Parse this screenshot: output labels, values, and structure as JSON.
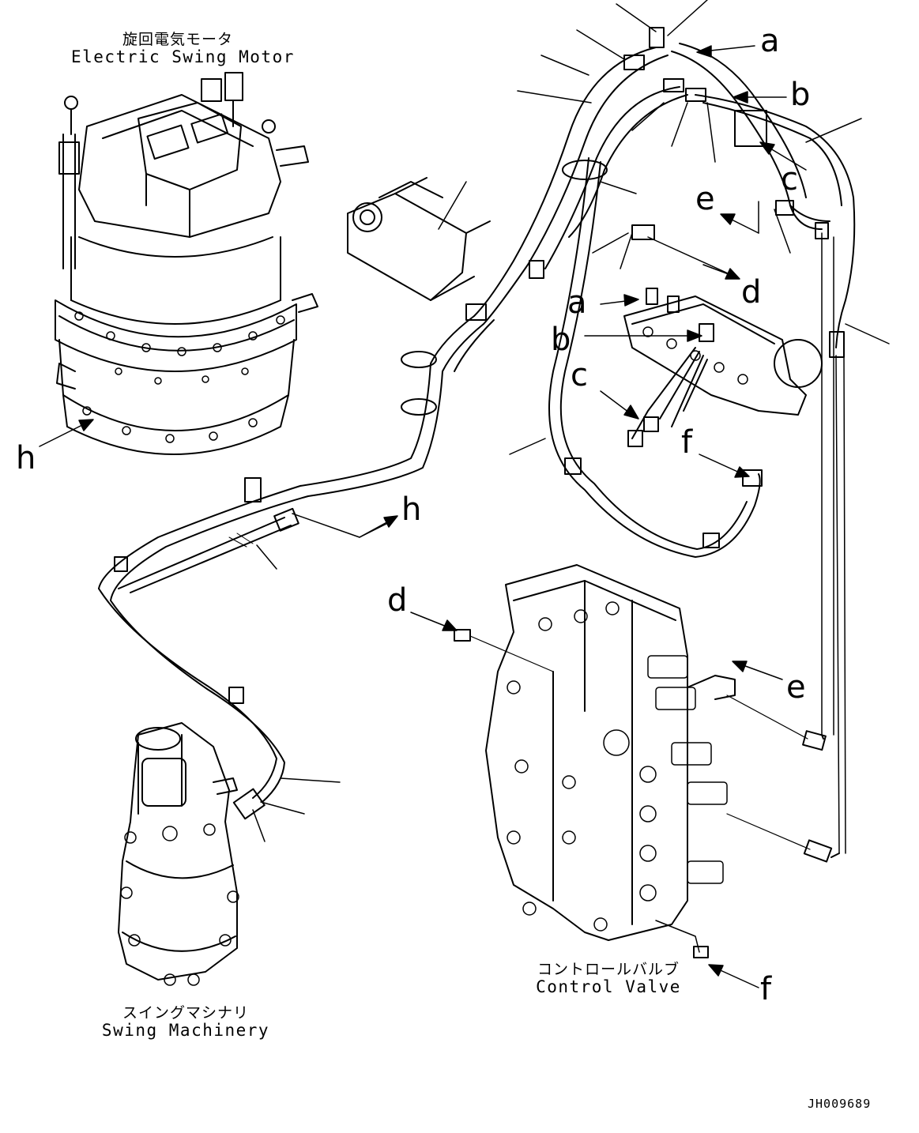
{
  "components": {
    "swing_motor": {
      "jp": "旋回電気モータ",
      "en": "Electric Swing Motor"
    },
    "control_valve": {
      "jp": "コントロールバルブ",
      "en": "Control Valve"
    },
    "swing_machinery": {
      "jp": "スイングマシナリ",
      "en": "Swing Machinery"
    }
  },
  "callouts": {
    "a_top": "a",
    "b_top": "b",
    "c_top": "c",
    "e_top": "e",
    "d_top": "d",
    "a_mid": "a",
    "b_mid": "b",
    "c_mid": "c",
    "f_mid": "f",
    "h_left": "h",
    "h_mid": "h",
    "d_cv": "d",
    "e_cv": "e",
    "f_cv": "f"
  },
  "document_id": "JH009689",
  "colors": {
    "line": "#000000",
    "background": "#ffffff"
  }
}
